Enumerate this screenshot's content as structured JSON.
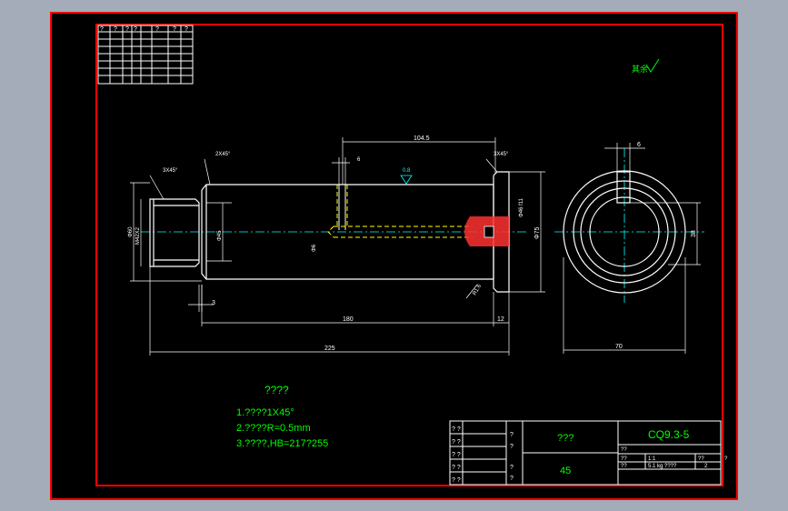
{
  "colors": {
    "background": "#000000",
    "frame": "#ff0000",
    "outline": "#ffffff",
    "hidden": "#ffff00",
    "dimension": "#00ff00",
    "centerline": "#00ffff",
    "section_fill": "#ff0000",
    "title_text": "#00ff00",
    "window": "#a3acb8"
  },
  "revision_table": {
    "header": [
      "?",
      "?",
      "?",
      "?",
      "?",
      "?",
      "?"
    ]
  },
  "roughness_note": {
    "label": "其余",
    "value": "√"
  },
  "dimensions": {
    "top_length": "104.5",
    "groove_width": "6",
    "chamfer_right": "3X45°",
    "chamfer_left_1": "3X45°",
    "chamfer_left_2": "2X45°",
    "dia_left_1": "Φ60",
    "dia_left_2": "M42X2",
    "dia_mid": "Φ45",
    "dia_flange": "Φ75",
    "dia_small": "Φ6",
    "roughness_r": "R1.6",
    "small_gap": "3",
    "len_180": "180",
    "len_12": "12",
    "len_225": "225",
    "side_width": "70",
    "side_height": "38",
    "side_key": "6",
    "fit_mark": "Φ46 f11",
    "surface_mark": "0.8"
  },
  "notes": {
    "title": "????",
    "lines": [
      "1.????1X45°",
      "2.????R=0.5mm",
      "3.????,HB=217?255"
    ]
  },
  "title_block": {
    "left_rows": [
      "? ?",
      "? ?",
      "? ?",
      "? ?",
      "? ?"
    ],
    "mid_marks": [
      "?",
      "?",
      "?",
      "?"
    ],
    "part_name": "???",
    "material": "45",
    "drawing_no": "CQ9.3-5",
    "row1": "??",
    "row2_a": "??",
    "row2_b": "1:1",
    "row2_c": "??",
    "row3_a": "??",
    "row3_b": "5.1 kg ????",
    "row3_c": "2",
    "side_mark": "?"
  }
}
